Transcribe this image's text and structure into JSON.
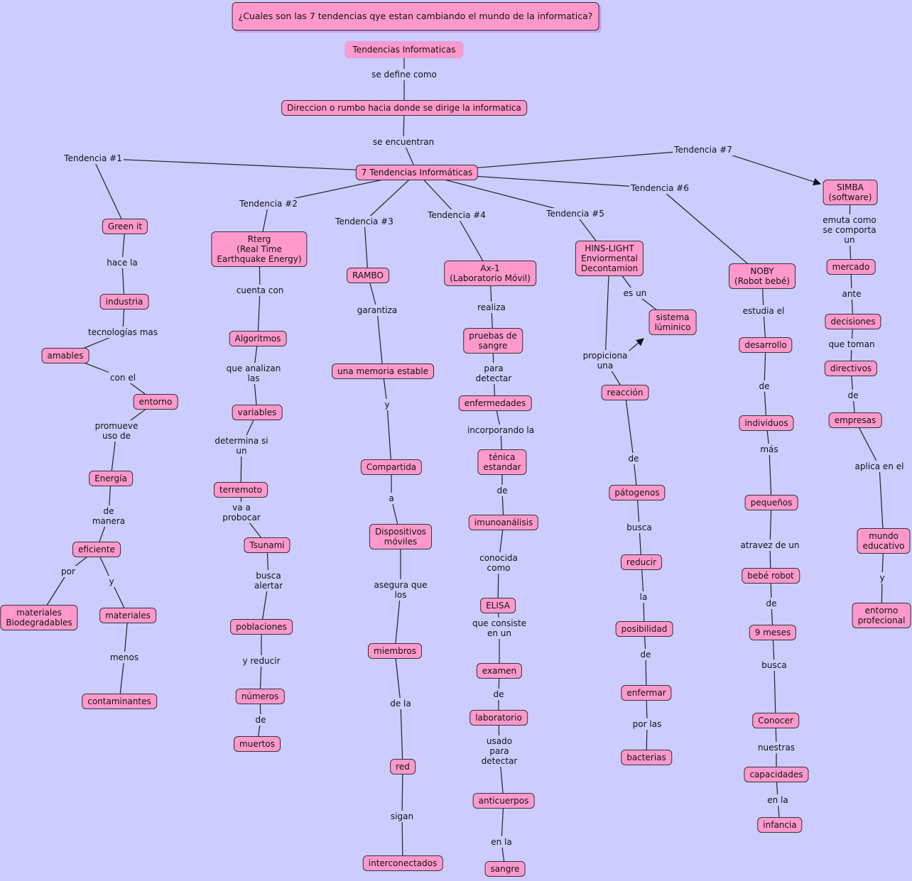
{
  "colors": {
    "background": "#ccccff",
    "concept": "#ff99cc",
    "line": "#222222"
  },
  "concepts": {
    "q": "¿Cuales son las 7 tendencias qye estan cambiando el mundo de la informatica?",
    "ti": "Tendencias Informaticas",
    "dir": "Direccion o rumbo hacia donde se dirige la informatica",
    "t7": "7 Tendencias Informáticas",
    "c1_green": "Green it",
    "c1_industria": "industria",
    "c1_amables": "amables",
    "c1_entorno": "entorno",
    "c1_energia": "Energía",
    "c1_eficiente": "eficiente",
    "c1_biodeg": "materiales\nBiodegradables",
    "c1_materiales": "materiales",
    "c1_contaminantes": "contaminantes",
    "c2_rterg": "Rterg\n(Real Time\nEarthquake Energy)",
    "c2_algoritmos": "Algoritmos",
    "c2_variables": "variables",
    "c2_terremoto": "terremoto",
    "c2_tsunami": "Tsunami",
    "c2_poblaciones": "poblaciones",
    "c2_numeros": "números",
    "c2_muertos": "muertos",
    "c3_rambo": "RAMBO",
    "c3_memoria": "una memoria estable",
    "c3_compartida": "Compartida",
    "c3_dispositivos": "Dispositivos\nmóviles",
    "c3_miembros": "miembros",
    "c3_red": "red",
    "c3_interconectados": "interconectados",
    "c4_ax1": "Ax-1\n(Laboratorio Móvil)",
    "c4_pruebas": "pruebas de\nsangre",
    "c4_enfermedades": "enfermedades",
    "c4_tecnica": "ténica\nestandar",
    "c4_imuno": "imunoanálisis",
    "c4_elisa": "ELISA",
    "c4_examen": "examen",
    "c4_laboratorio": "laboratorio",
    "c4_anticuerpos": "anticuerpos",
    "c4_sangre": "sangre",
    "c5_hins": "HINS-LIGHT\nEnviormental\nDecontamion",
    "c5_sistema": "sistema\nlúminico",
    "c5_reaccion": "reacción",
    "c5_patogenos": "pátogenos",
    "c5_reducir": "reducir",
    "c5_posibilidad": "posibilidad",
    "c5_enfermar": "enfermar",
    "c5_bacterias": "bacterias",
    "c6_noby": "NOBY\n(Robot bebé)",
    "c6_desarrollo": "desarrollo",
    "c6_individuos": "individuos",
    "c6_pequenos": "pequeños",
    "c6_bebe": "bebé robot",
    "c6_meses": "9 meses",
    "c6_conocer": "Conocer",
    "c6_capacidades": "capacidades",
    "c6_infancia": "infancia",
    "c7_simba": "SIMBA\n(software)",
    "c7_mercado": "mercado",
    "c7_decisiones": "decisiones",
    "c7_directivos": "directivos",
    "c7_empresas": "empresas",
    "c7_mundo": "mundo\neducativo",
    "c7_entorno": "entorno\nprofecional"
  },
  "links": {
    "l_define": "se define como",
    "l_encuentran": "se encuentran",
    "l_t1": "Tendencia #1",
    "l_t2": "Tendencia #2",
    "l_t3": "Tendencia #3",
    "l_t4": "Tendencia #4",
    "l_t5": "Tendencia #5",
    "l_t6": "Tendencia #6",
    "l_t7": "Tendencia #7",
    "l1a": "hace la",
    "l1b": "tecnologías mas",
    "l1c": "con el",
    "l1d": "promueve\nuso de",
    "l1e": "de\nmanera",
    "l1f": "por",
    "l1g": "y",
    "l1h": "menos",
    "l2a": "cuenta con",
    "l2b": "que analizan\nlas",
    "l2c": "determina si\nun",
    "l2d": "va a\nprobocar",
    "l2e": "busca\nalertar",
    "l2f": "y reducir",
    "l2g": "de",
    "l3a": "garantiza",
    "l3b": "y",
    "l3c": "a",
    "l3d": "asegura que\nlos",
    "l3e": "de la",
    "l3f": "sigan",
    "l4a": "realiza",
    "l4b": "para\ndetectar",
    "l4c": "incorporando la",
    "l4d": "de",
    "l4e": "conocida\ncomo",
    "l4f": "que consiste\nen un",
    "l4g": "de",
    "l4h": "usado\npara\ndetectar",
    "l4i": "en la",
    "l5a": "es un",
    "l5b": "propiciona\nuna",
    "l5c": "de",
    "l5d": "busca",
    "l5e": "la",
    "l5f": "de",
    "l5g": "por las",
    "l6a": "estudia el",
    "l6b": "de",
    "l6c": "más",
    "l6d": "atravez de un",
    "l6e": "de",
    "l6f": "busca",
    "l6g": "nuestras",
    "l6h": "en la",
    "l7a": "emuta como\nse comporta\nun",
    "l7b": "ante",
    "l7c": "que toman",
    "l7d": "de",
    "l7e": "aplica en el",
    "l7f": "y"
  }
}
